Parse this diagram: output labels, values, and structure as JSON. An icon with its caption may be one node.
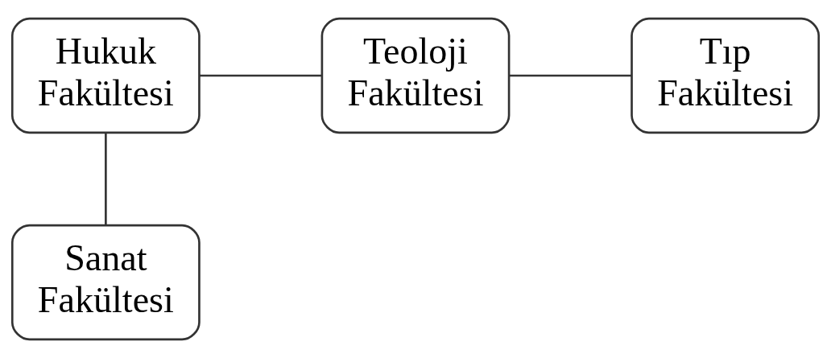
{
  "diagram": {
    "nodes": [
      {
        "text": [
          "Hukuk Fakültesi"
        ]
      },
      {
        "text": [
          "Teoloji Fakültesi"
        ]
      },
      {
        "text": [
          "Tıp Fakültesi"
        ]
      },
      {
        "text": [
          "Sanat Fakültesi"
        ]
      }
    ],
    "edges": [
      {
        "from": 0,
        "to": 1,
        "arrow": "none"
      },
      {
        "from": 1,
        "to": 2,
        "arrow": "none"
      },
      {
        "from": 0,
        "to": 3,
        "arrow": "none"
      }
    ]
  }
}
